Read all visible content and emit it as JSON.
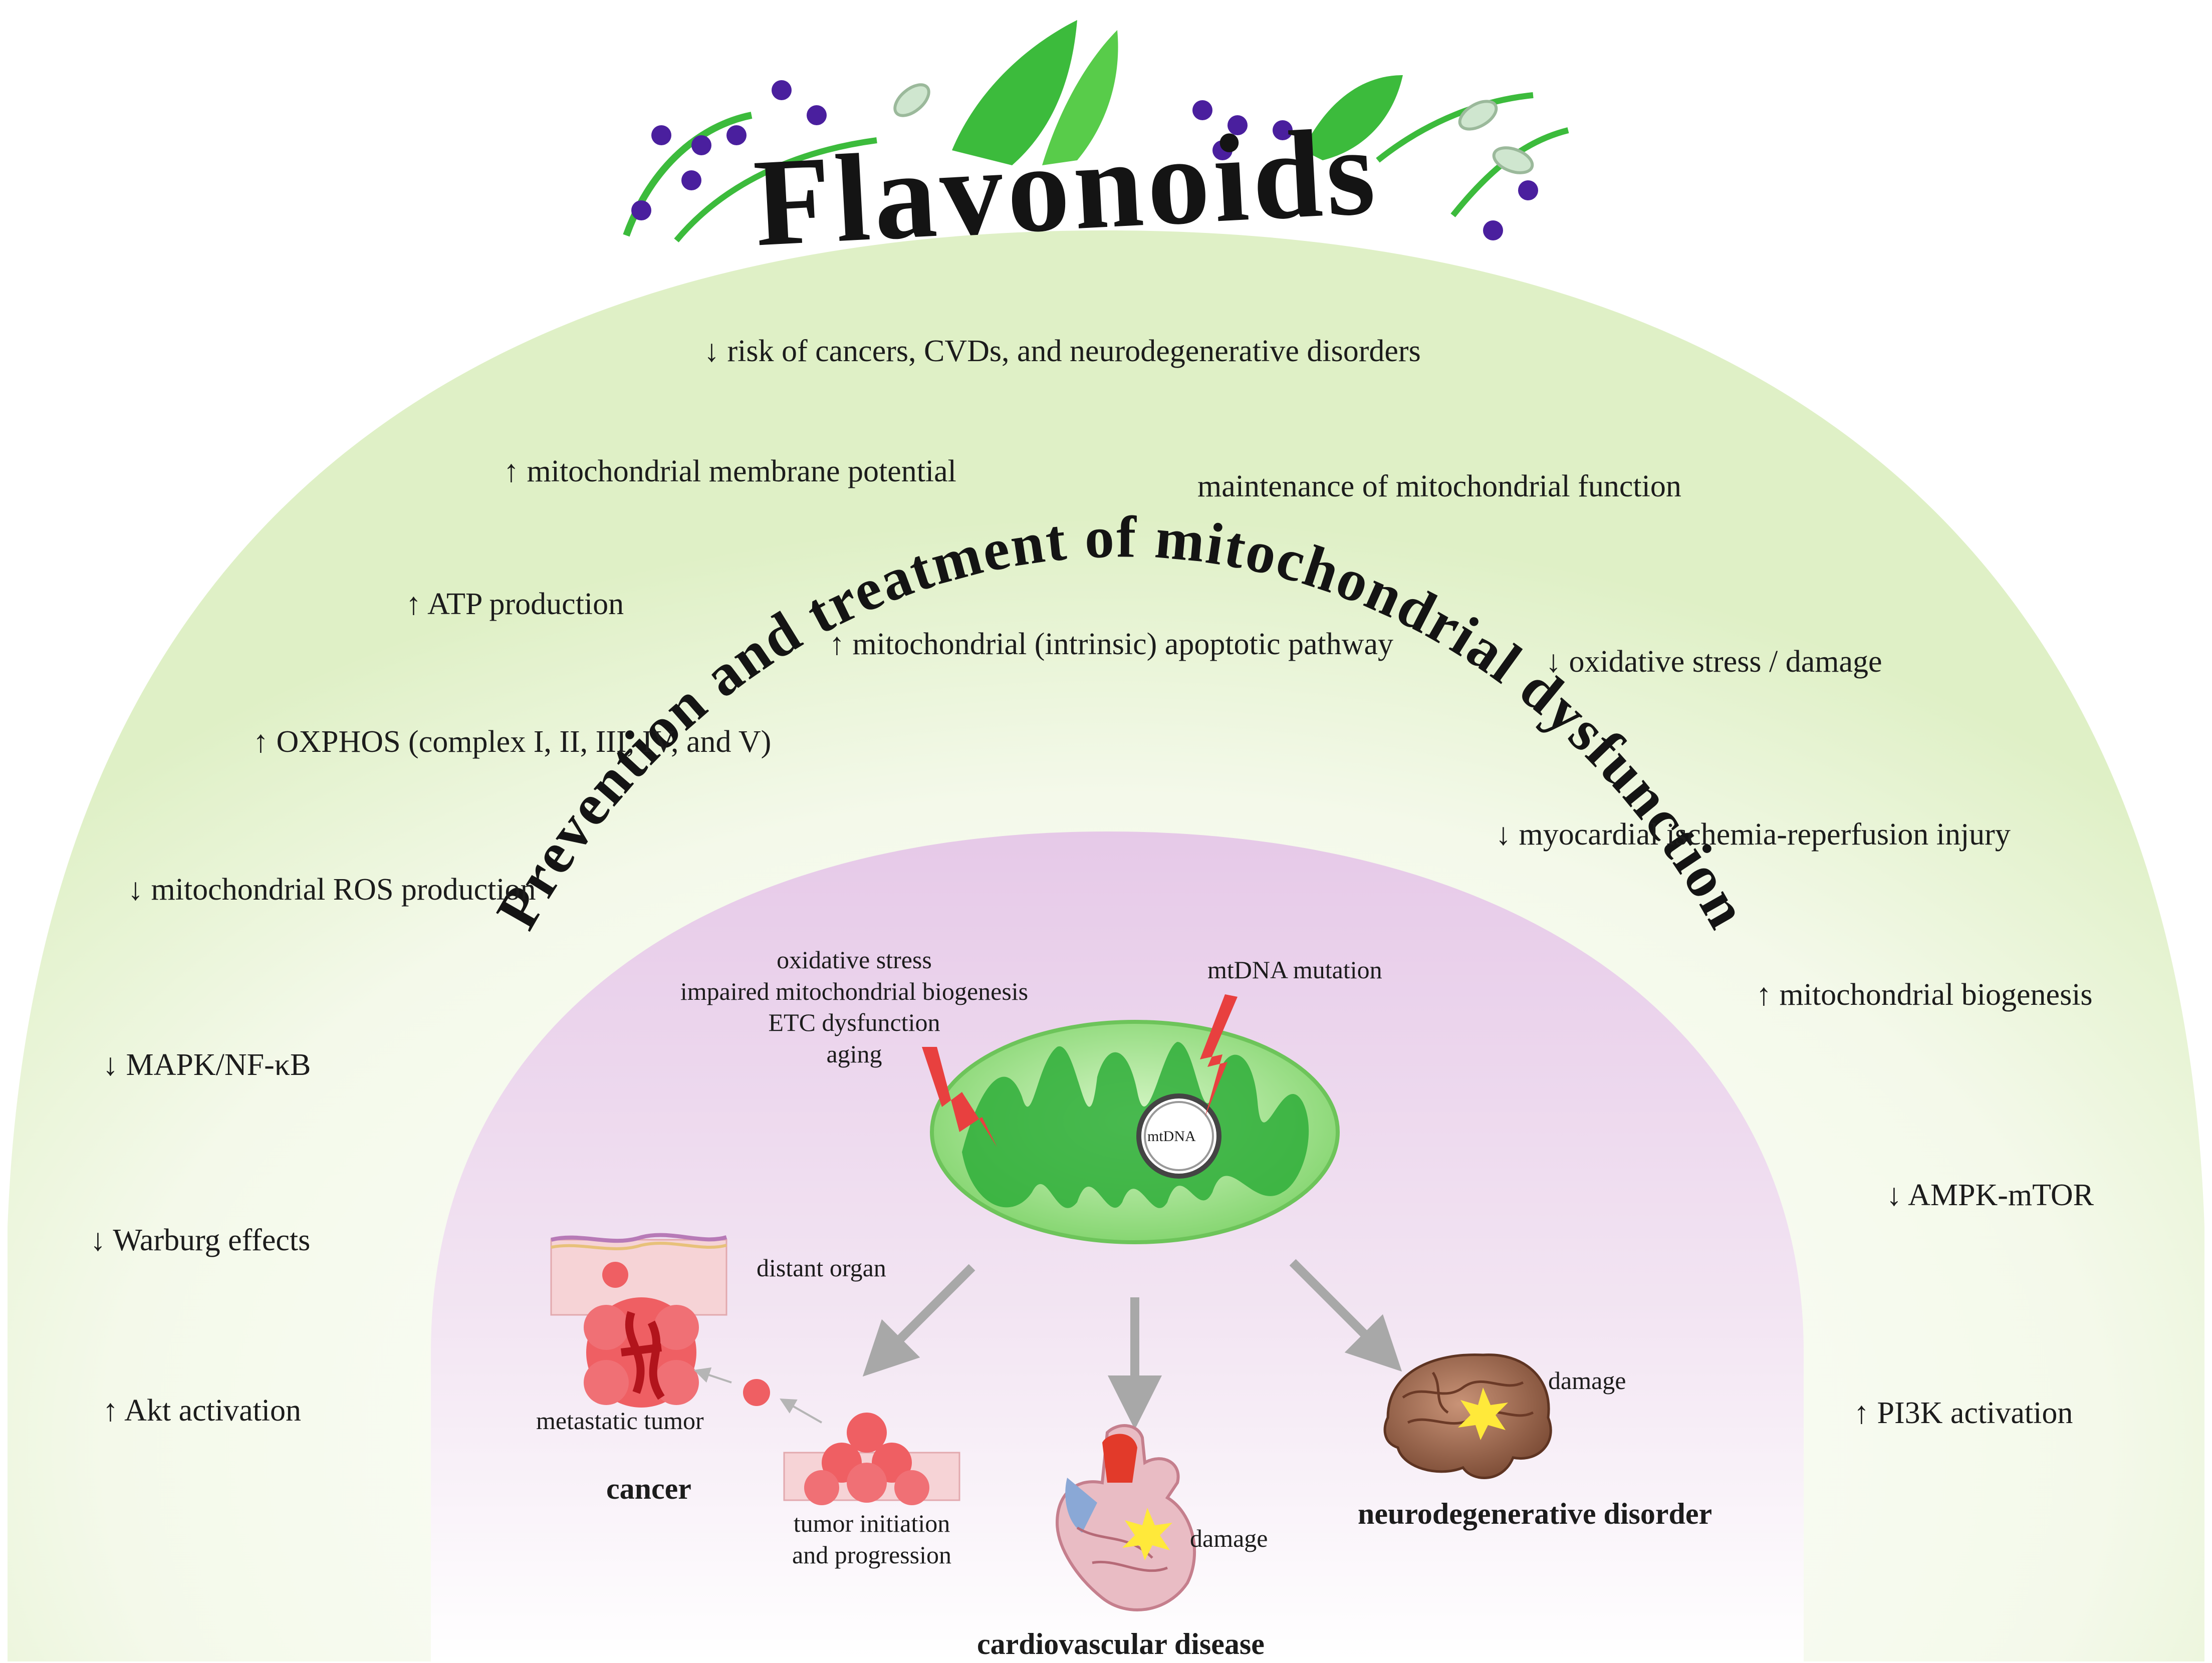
{
  "title": "Flavonoids",
  "arc_title": "Prevention and treatment of mitochondrial dysfunction",
  "effects": {
    "risk": "↓ risk of cancers, CVDs, and neurodegenerative disorders",
    "mmp": "↑ mitochondrial membrane potential",
    "maintenance": "maintenance of mitochondrial function",
    "atp": "↑ ATP production",
    "apoptotic": "↑ mitochondrial (intrinsic) apoptotic pathway",
    "oxidative": "↓ oxidative stress / damage",
    "oxphos": "↑ OXPHOS (complex I, II, III, IV, and V)",
    "myocardial": "↓ myocardial ischemia-reperfusion injury",
    "ros": "↓ mitochondrial ROS production",
    "biogenesis": "↑ mitochondrial biogenesis",
    "mapk": "↓ MAPK/NF-κB",
    "ampk": "↓ AMPK-mTOR",
    "warburg": "↓ Warburg effects",
    "akt": "↑ Akt activation",
    "pi3k": "↑ PI3K activation"
  },
  "causes": [
    "oxidative stress",
    "impaired mitochondrial biogenesis",
    "ETC dysfunction",
    "aging"
  ],
  "mtdna_mutation": "mtDNA mutation",
  "mtdna_label": "mtDNA",
  "cancer": {
    "distant_organ": "distant organ",
    "metastatic_tumor": "metastatic tumor",
    "tumor_line1": "tumor initiation",
    "tumor_line2": "and progression",
    "label": "cancer"
  },
  "cardio": {
    "damage": "damage",
    "label": "cardiovascular disease"
  },
  "neuro": {
    "damage": "damage",
    "label": "neurodegenerative disorder"
  },
  "colors": {
    "outer_dome": "#e7f3d3",
    "inner_dome": "#f0dcef",
    "mito_outer": "#8fdc6f",
    "mito_inner": "#2fae3a",
    "lightning": "#e8403f",
    "arrow_gray": "#a8a8a8",
    "tumor": "#ef5f63",
    "berry": "#4a1f9e",
    "leaf": "#3cbb3c"
  }
}
